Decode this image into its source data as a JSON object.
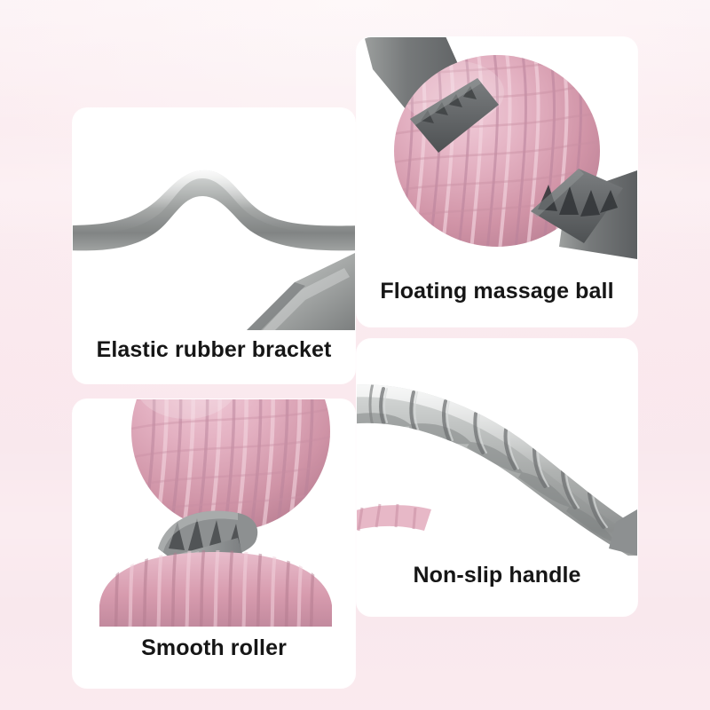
{
  "background": {
    "color_top": "#fdf4f6",
    "color_bottom": "#f9e9ee"
  },
  "palette": {
    "panel_background": "#ffffff",
    "caption_color": "#161616",
    "pink_light": "#e6b9c8",
    "pink_mid": "#dba3b5",
    "pink_dark": "#c58da1",
    "pink_shadow": "#b27c90",
    "gray_light": "#c9cbca",
    "gray_mid": "#a8aaa9",
    "gray_dark": "#848786",
    "gray_deep": "#6a6d6e",
    "gray_charcoal": "#55585a"
  },
  "panels": [
    {
      "id": "elastic-rubber-bracket",
      "caption": "Elastic rubber bracket",
      "subject": "curved gray rubber bracket arch",
      "position": "top-left"
    },
    {
      "id": "floating-massage-ball",
      "caption": "Floating massage ball",
      "subject": "pink ridged massage ball with gray serrated end caps",
      "position": "top-right"
    },
    {
      "id": "smooth-roller",
      "caption": "Smooth roller",
      "subject": "pink textured roller on gray finned hub",
      "position": "bottom-left"
    },
    {
      "id": "non-slip-handle",
      "caption": "Non-slip handle",
      "subject": "curved gray handle with scalloped grip ridges",
      "position": "bottom-right"
    }
  ]
}
